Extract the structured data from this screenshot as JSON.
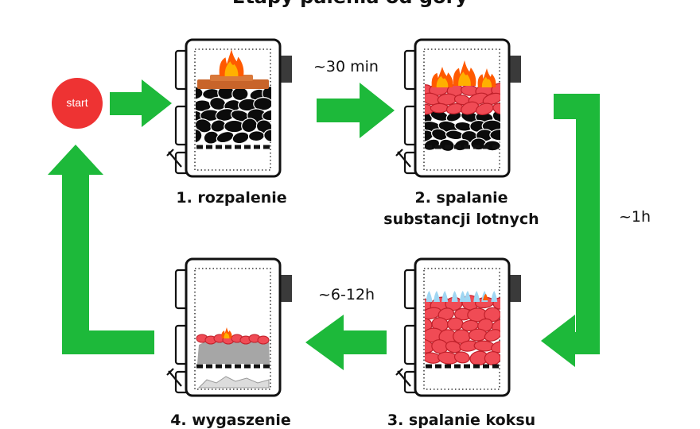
{
  "title": "Etapy palenia od góry",
  "start_label": "start",
  "stages": [
    {
      "label": "1. rozpalenie"
    },
    {
      "label_line1": "2. spalanie",
      "label_line2": "substancji lotnych"
    },
    {
      "label": "3. spalanie koksu"
    },
    {
      "label": "4. wygaszenie"
    }
  ],
  "times": {
    "t1": "~30 min",
    "t2": "~1h",
    "t3": "~6-12h"
  },
  "colors": {
    "arrow": "#1db93a",
    "start": "#ee3333",
    "ember": "#f04b55",
    "coal": "#0b0b0b",
    "flame": "#ff5a00",
    "wood": "#c8642a",
    "ash": "#a6a6a6",
    "blue_flame": "#9fd6f2",
    "chimney": "#3a3a3a"
  }
}
